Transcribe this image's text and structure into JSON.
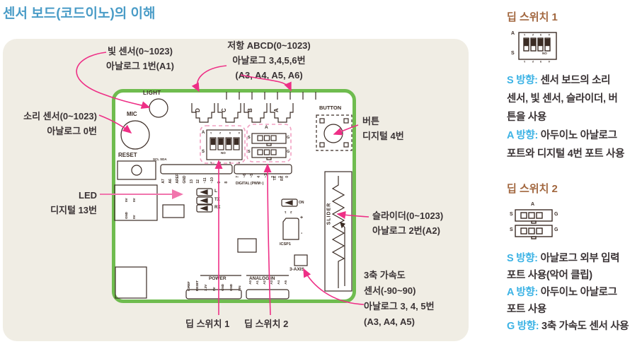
{
  "page": {
    "title": "센서 보드(코드이노)의 이해"
  },
  "colors": {
    "title_blue": "#4a9cc7",
    "panel_bg": "#f0ede4",
    "board_green": "#6fbc4f",
    "arrow_pink": "#ee2f86",
    "dashed_pink": "#f2a0c2",
    "heading_brown": "#a2673f",
    "accent_blue": "#3db3e5",
    "text_dark": "#3a3335",
    "board_ink": "#3b2c25"
  },
  "annotations": {
    "light": {
      "lines": [
        "빛 센서(0~1023)",
        "아날로그 1번(A1)"
      ]
    },
    "resistor": {
      "lines": [
        "저항 ABCD(0~1023)",
        "아날로그 3,4,5,6번",
        "(A3, A4, A5, A6)"
      ]
    },
    "sound": {
      "lines": [
        "소리 센서(0~1023)",
        "아날로그 0번"
      ]
    },
    "led": {
      "lines": [
        "LED",
        "디지털 13번"
      ]
    },
    "button": {
      "lines": [
        "버튼",
        "디지털 4번"
      ]
    },
    "slider": {
      "lines": [
        "슬라이더(0~1023)",
        "아날로그 2번(A2)"
      ]
    },
    "accel": {
      "lines": [
        "3축 가속도",
        "센서(-90~90)",
        "아날로그 3, 4, 5번",
        "(A3, A4, A5)"
      ]
    },
    "dip1_label": "딥 스위치 1",
    "dip2_label": "딥 스위치 2"
  },
  "board": {
    "light": "LIGHT",
    "mic": "MIC",
    "reset": "RESET",
    "button": "BUTTON",
    "slider": "SLIDER",
    "scl_sda": "SCL SDA",
    "digital_pwm": "DIGITAL (PWM~)",
    "tx": "TX",
    "rx": "RX",
    "led_l": "L",
    "led_tx": "TX",
    "led_rx": "RX",
    "led_on": "ON",
    "icsp": "ICSP1",
    "icsp_pin1": "1",
    "icsp_pin2": "2",
    "icsp_plus": "+",
    "icsp_minus": "-",
    "axis": "3-AXIS",
    "power": "POWER",
    "analog_in": "ANALOG IN",
    "connector_letters": [
      "D",
      "C",
      "B",
      "A"
    ],
    "pins_left": [
      "A7",
      "A6",
      "AREF",
      "GND",
      "13",
      "12",
      "~11",
      "~10",
      "9",
      "8"
    ],
    "pins_right": [
      "7",
      "~6",
      "~5",
      "4",
      "~3",
      "2",
      "1",
      "0"
    ],
    "power_pins": [
      "IOREF",
      "RESET",
      "3.3V",
      "5V",
      "GND",
      "GND",
      "VIN"
    ],
    "analog_pins": [
      "A0",
      "A1",
      "A2",
      "A3",
      "A4",
      "A5"
    ],
    "left_conn_pins": [
      "5V",
      "5V",
      "GND",
      "5V"
    ],
    "dip": {
      "a": "A",
      "s": "S",
      "g": "G",
      "on": "ON",
      "numbers": [
        "1",
        "2",
        "3",
        "4"
      ]
    }
  },
  "sidebar": {
    "dip1": {
      "heading": "딥 스위치 1",
      "graphic": {
        "a": "A",
        "s": "S",
        "on": "ON",
        "numbers": [
          "1",
          "2",
          "3",
          "4"
        ]
      },
      "lines": [
        {
          "prefix": "S 방향:",
          "text": " 센서 보드의 소리"
        },
        {
          "prefix": "",
          "text": "센서, 빛 센서, 슬라이더, 버"
        },
        {
          "prefix": "",
          "text": "튼을 사용"
        },
        {
          "prefix": "A 방향:",
          "text": " 아두이노 아날로그"
        },
        {
          "prefix": "",
          "text": "포트와 디지털 4번 포트 사용"
        }
      ]
    },
    "dip2": {
      "heading": "딥 스위치 2",
      "graphic": {
        "a": "A",
        "s": "S",
        "g": "G"
      },
      "lines": [
        {
          "prefix": "S 방향:",
          "text": " 아날로그 외부 입력"
        },
        {
          "prefix": "",
          "text": "포트 사용(악어 클립)"
        },
        {
          "prefix": "A 방향:",
          "text": " 아두이노 아날로그"
        },
        {
          "prefix": "",
          "text": "포트 사용"
        },
        {
          "prefix": "G 방향:",
          "text": " 3축 가속도 센서 사용"
        }
      ]
    }
  }
}
